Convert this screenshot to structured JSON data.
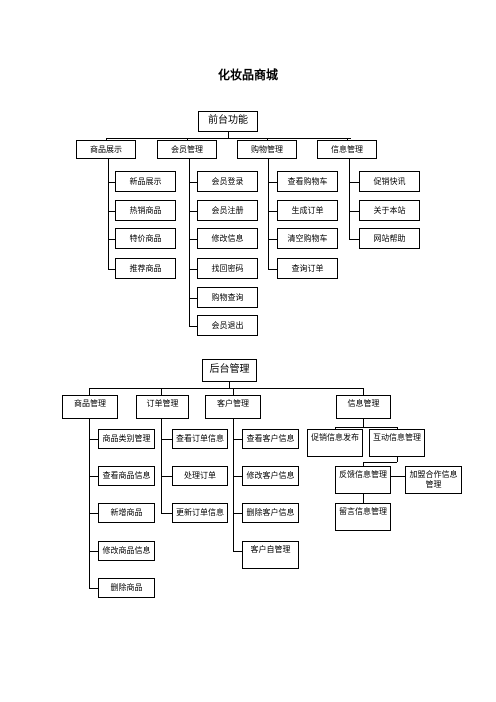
{
  "title": "化妆品商城",
  "front": {
    "root": "前台功能",
    "categories": [
      {
        "name": "商品展示",
        "items": [
          "新品展示",
          "热销商品",
          "特价商品",
          "推荐商品"
        ]
      },
      {
        "name": "会员管理",
        "items": [
          "会员登录",
          "会员注册",
          "修改信息",
          "找回密码",
          "购物查询",
          "会员退出"
        ]
      },
      {
        "name": "购物管理",
        "items": [
          "查看购物车",
          "生成订单",
          "清空购物车",
          "查询订单"
        ]
      },
      {
        "name": "信息管理",
        "items": [
          "促销快讯",
          "关于本站",
          "网站帮助"
        ]
      }
    ]
  },
  "back": {
    "root": "后台管理",
    "categories": [
      {
        "name": "商品管理",
        "items": [
          "商品类别管理",
          "查看商品信息",
          "新增商品",
          "修改商品信息",
          "删除商品"
        ]
      },
      {
        "name": "订单管理",
        "items": [
          "查看订单信息",
          "处理订单",
          "更新订单信息"
        ]
      },
      {
        "name": "客户管理",
        "items": [
          "查看客户信息",
          "修改客户信息",
          "删除客户信息",
          "客户自管理"
        ]
      },
      {
        "name": "信息管理",
        "items": [
          "促销信息发布",
          "互动信息管理",
          "反馈信息管理",
          "加盟合作信息管理",
          "留言信息管理"
        ]
      }
    ]
  }
}
